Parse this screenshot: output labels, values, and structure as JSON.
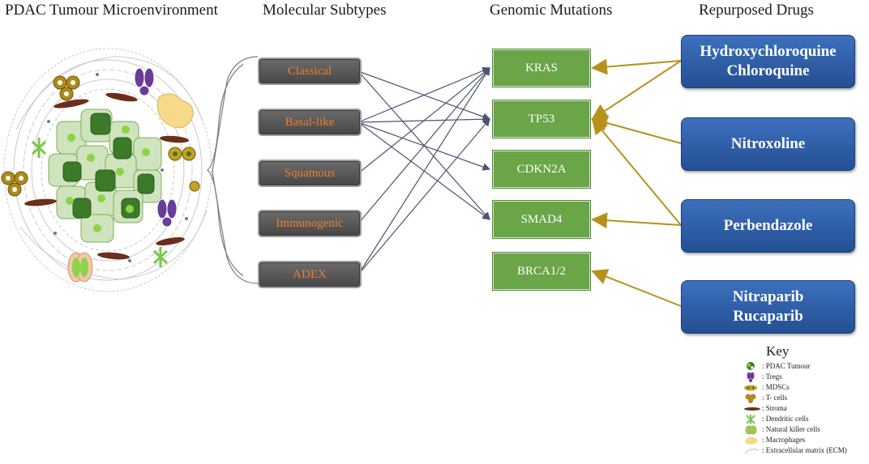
{
  "headers": {
    "microenvironment": "PDAC Tumour Microenvironment",
    "subtypes": "Molecular Subtypes",
    "mutations": "Genomic Mutations",
    "drugs": "Repurposed Drugs"
  },
  "subtypes": [
    "Classical",
    "Basal-like",
    "Squamous",
    "Immunogenic",
    "ADEX"
  ],
  "mutations": [
    "KRAS",
    "TP53",
    "CDKN2A",
    "SMAD4",
    "BRCA1/2"
  ],
  "drugs": [
    {
      "lines": [
        "Hydroxychloroquine",
        "Chloroquine"
      ]
    },
    {
      "lines": [
        "Nitroxoline"
      ]
    },
    {
      "lines": [
        "Perbendazole"
      ]
    },
    {
      "lines": [
        "Nitraparib",
        "Rucaparib"
      ]
    }
  ],
  "subtype_links": [
    {
      "from": "Classical",
      "to": "TP53"
    },
    {
      "from": "Classical",
      "to": "SMAD4"
    },
    {
      "from": "Basal-like",
      "to": "KRAS"
    },
    {
      "from": "Basal-like",
      "to": "TP53"
    },
    {
      "from": "Basal-like",
      "to": "CDKN2A"
    },
    {
      "from": "Basal-like",
      "to": "SMAD4"
    },
    {
      "from": "Squamous",
      "to": "KRAS"
    },
    {
      "from": "Immunogenic",
      "to": "KRAS"
    },
    {
      "from": "ADEX",
      "to": "KRAS"
    },
    {
      "from": "ADEX",
      "to": "TP53"
    }
  ],
  "drug_links": [
    {
      "from": "Hydroxychloroquine",
      "to": "KRAS"
    },
    {
      "from": "Hydroxychloroquine",
      "to": "TP53"
    },
    {
      "from": "Nitroxoline",
      "to": "TP53"
    },
    {
      "from": "Perbendazole",
      "to": "TP53"
    },
    {
      "from": "Perbendazole",
      "to": "SMAD4"
    },
    {
      "from": "Nitraparib",
      "to": "BRCA1/2"
    }
  ],
  "key": {
    "title": "Key",
    "items": [
      {
        "icon": "pdac-tumour-icon",
        "label": ": PDAC Tumour"
      },
      {
        "icon": "tregs-icon",
        "label": ": Tregs"
      },
      {
        "icon": "mdscs-icon",
        "label": ": MDSCs"
      },
      {
        "icon": "t-cells-icon",
        "label": ": T- cells"
      },
      {
        "icon": "stroma-icon",
        "label": ": Stroma"
      },
      {
        "icon": "dendritic-cells-icon",
        "label": ": Dendritic cells"
      },
      {
        "icon": "natural-killer-cells-icon",
        "label": ": Natural killer cells"
      },
      {
        "icon": "macrophages-icon",
        "label": ": Macrophages"
      },
      {
        "icon": "ecm-icon",
        "label": ": Extracellular matrix (ECM)"
      }
    ]
  },
  "colors": {
    "subtype_text": "#f07d2c",
    "subtype_box": "#555555",
    "mutation_box": "#6aa548",
    "drug_box": "#2f5fa8",
    "subtype_arrow": "#4a5670",
    "drug_arrow": "#b8911a"
  }
}
